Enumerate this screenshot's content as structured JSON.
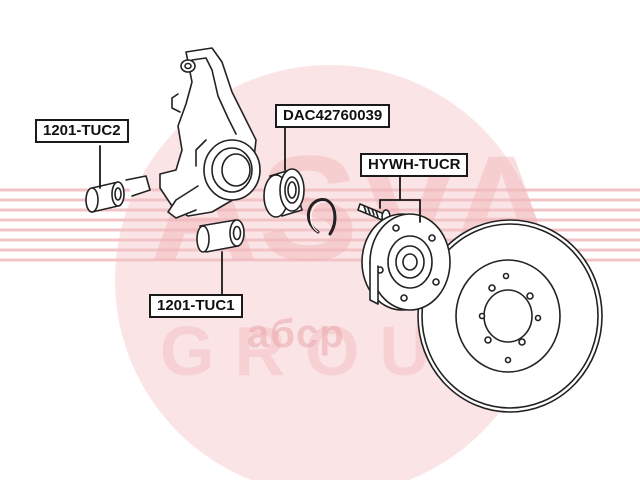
{
  "part_numbers": {
    "knuckle_bushing_upper": "1201-TUC2",
    "wheel_bearing": "DAC42760039",
    "hub_assembly": "HYWH-TUCR",
    "knuckle_bushing_lower": "1201-TUC1"
  },
  "watermark": {
    "brand": "ASVA",
    "subtext": "GROUP",
    "site": "aбcp",
    "color": "#e8a0a4"
  },
  "colors": {
    "label_border": "#1a1a1a",
    "line_art": "#222222",
    "watermark_bg": "#f6d4d6"
  }
}
